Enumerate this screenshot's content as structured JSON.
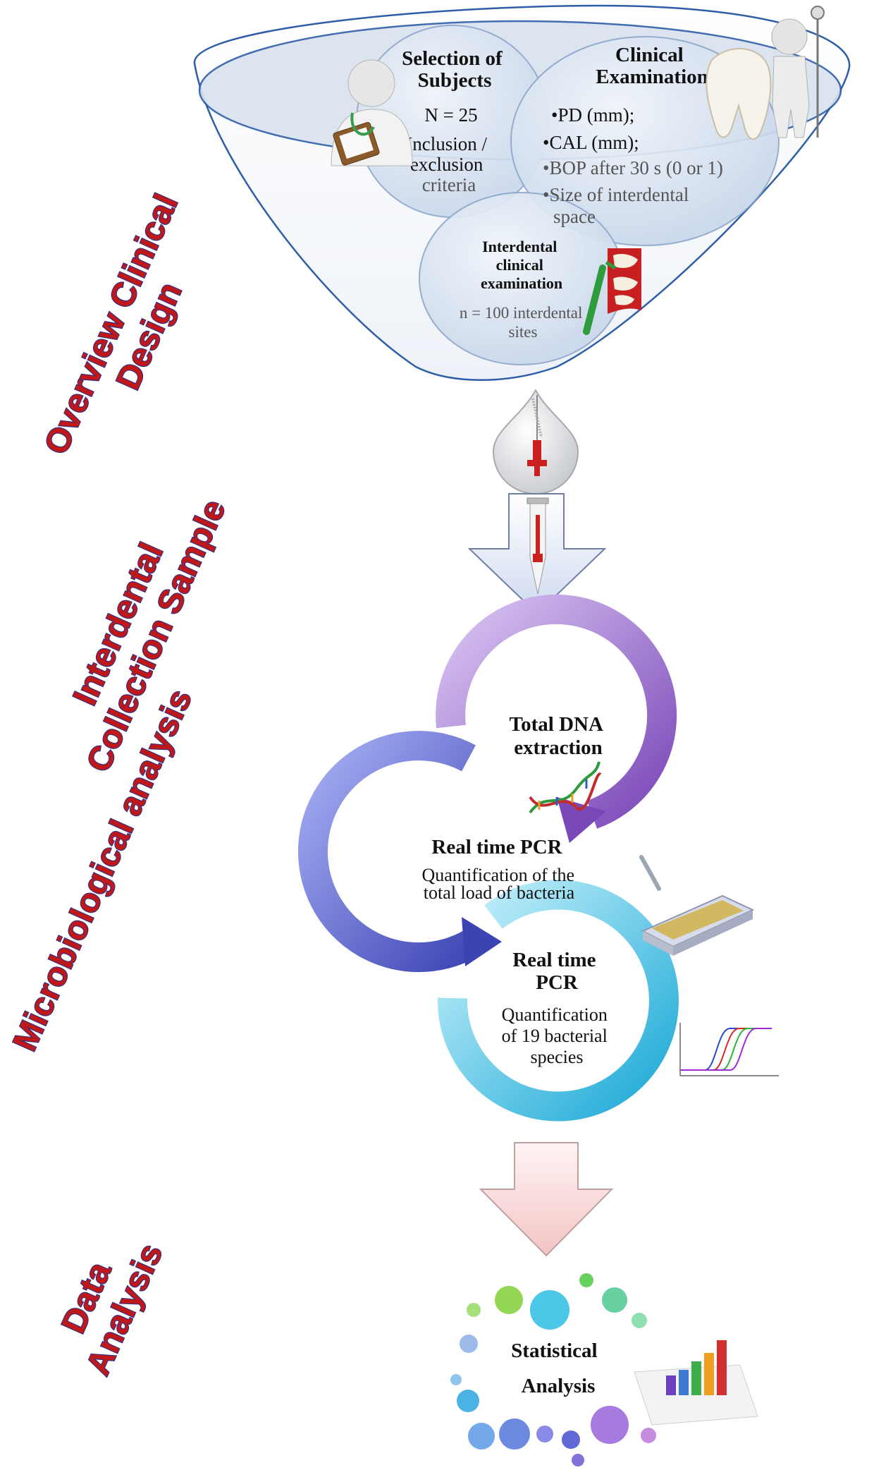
{
  "side_labels": {
    "overview_line1": "Overview Clinical",
    "overview_line2": "Design",
    "collection_line1": "Interdental",
    "collection_line2": "Collection Sample",
    "micro": "Microbiological analysis",
    "data_line1": "Data",
    "data_line2": "Analysis"
  },
  "selection": {
    "title_line1": "Selection of",
    "title_line2": "Subjects",
    "n": "N = 25",
    "criteria_line1": "Inclusion /",
    "criteria_line2": "exclusion",
    "criteria_line3": "criteria"
  },
  "clinical": {
    "title_line1": "Clinical",
    "title_line2": "Examination",
    "bullets": [
      "PD (mm);",
      "CAL (mm);",
      "BOP after 30 s (0 or 1)",
      "Size of  interdental",
      "space"
    ]
  },
  "interdental": {
    "title_line1": "Interdental",
    "title_line2": "clinical",
    "title_line3": "examination",
    "n_line1": "n = 100 interdental",
    "n_line2": "sites"
  },
  "dna": {
    "line1": "Total DNA",
    "line2": "extraction"
  },
  "pcr1": {
    "title": "Real time PCR",
    "line1": "Quantification of the",
    "line2": "total load of bacteria"
  },
  "pcr2": {
    "title_line1": "Real time",
    "title_line2": "PCR",
    "line1": "Quantification",
    "line2": "of 19 bacterial",
    "line3": "species"
  },
  "stats": {
    "line1": "Statistical",
    "line2": "Analysis"
  },
  "colors": {
    "side_text": "#c01818",
    "side_outline": "#2a2f8a",
    "funnel": "#2f5ea8",
    "purple_ring": "#9b6ad0",
    "blue_ring": "#5a63d6",
    "cyan_ring": "#3cc4e8"
  }
}
